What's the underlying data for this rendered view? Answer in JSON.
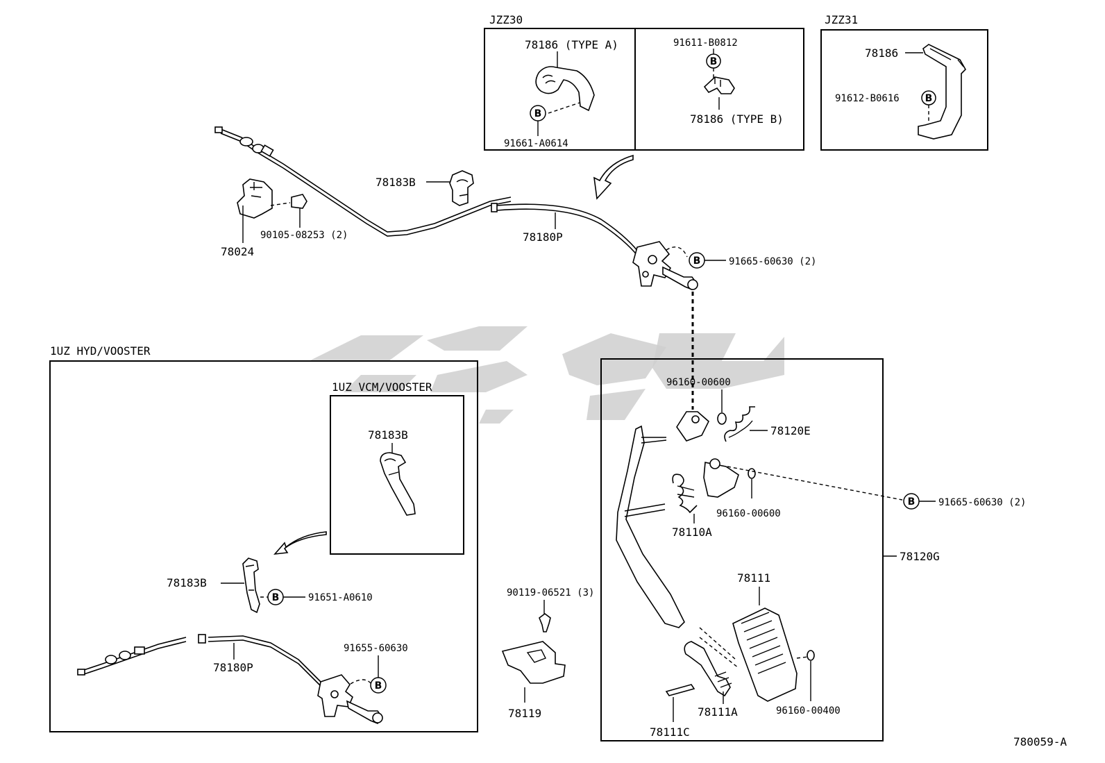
{
  "watermark": {
    "color": "#c8c8c8"
  },
  "diagram_id": "780059-A",
  "insets": {
    "jzz30": {
      "title": "JZZ30"
    },
    "jzz31": {
      "title": "JZZ31"
    },
    "hyd": {
      "title": "1UZ HYD/VOOSTER"
    },
    "vcm": {
      "title": "1UZ VCM/VOOSTER"
    }
  },
  "badge_letter": "B",
  "parts": {
    "p78186_type_a": "78186 (TYPE  A)",
    "p91661_a0614": "91661-A0614",
    "p91611_b0812": "91611-B0812",
    "p78186_type_b": "78186 (TYPE  B)",
    "p78186": "78186",
    "p91612_b0616": "91612-B0616",
    "p78183b_top": "78183B",
    "p78024": "78024",
    "p90105_08253": "90105-08253 (2)",
    "p78180p_top": "78180P",
    "p91665_60630_top": "91665-60630 (2)",
    "p96160_00600_a": "96160-00600",
    "p78120e": "78120E",
    "p96160_00600_b": "96160-00600",
    "p91665_60630_mid": "91665-60630 (2)",
    "p78110a": "78110A",
    "p78120g": "78120G",
    "p78111": "78111",
    "p90119_06521": "90119-06521 (3)",
    "p78119": "78119",
    "p78111a": "78111A",
    "p96160_00400": "96160-00400",
    "p78111c": "78111C",
    "p78183b_vcm": "78183B",
    "p78183b_hyd": "78183B",
    "p91651_a0610": "91651-A0610",
    "p91655_60630": "91655-60630",
    "p78180p_hyd": "78180P"
  }
}
